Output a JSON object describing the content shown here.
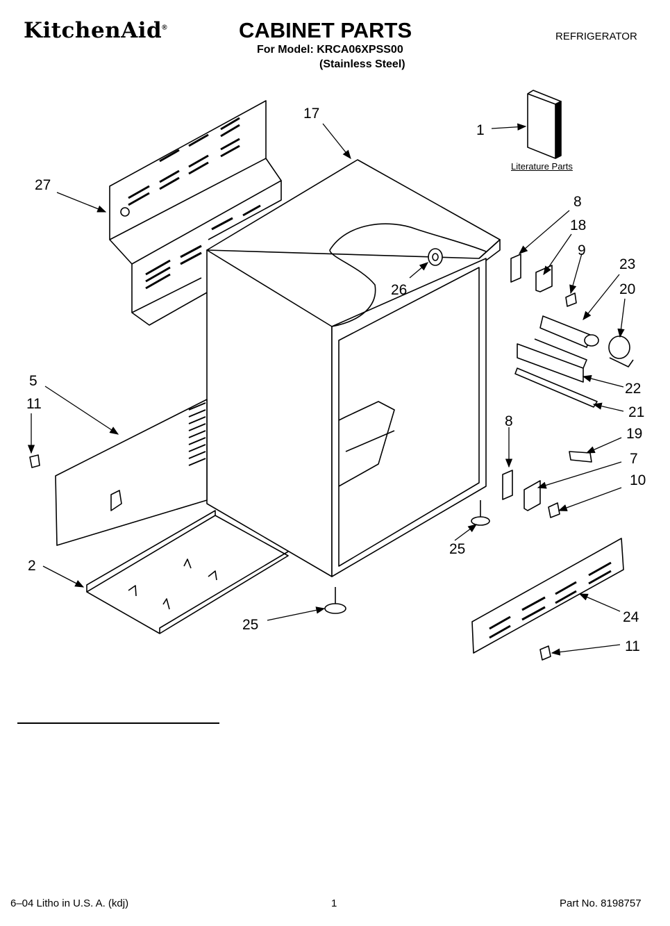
{
  "header": {
    "brand": "KitchenAid",
    "brand_mark": "®",
    "title": "CABINET PARTS",
    "model_line": "For Model: KRCA06XPSS00",
    "variant_line": "(Stainless Steel)",
    "category": "REFRIGERATOR"
  },
  "literature_label": "Literature Parts",
  "callouts": [
    "1",
    "17",
    "27",
    "8",
    "18",
    "9",
    "23",
    "20",
    "26",
    "22",
    "21",
    "5",
    "11",
    "8",
    "19",
    "7",
    "10",
    "25",
    "2",
    "25",
    "24",
    "11"
  ],
  "footer": {
    "litho": "6–04 Litho in U.S. A. (kdj)",
    "page": "1",
    "part_no": "Part No. 8198757"
  }
}
